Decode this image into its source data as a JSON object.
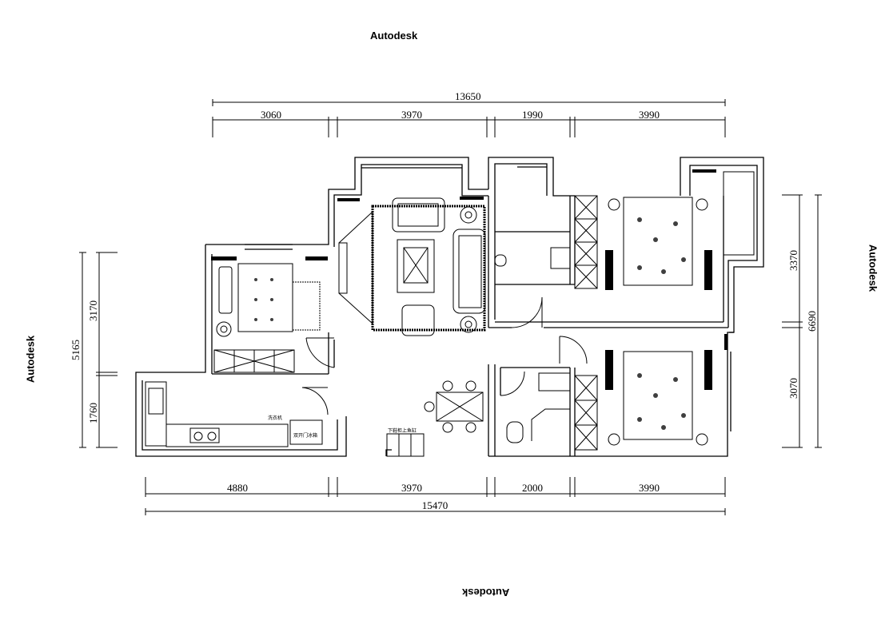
{
  "watermarks": {
    "top": "Autodesk",
    "bottom": "Autodesk",
    "left": "Autodesk",
    "right": "Autodesk"
  },
  "dimensions": {
    "top_total": "13650",
    "top_segments": [
      "3060",
      "3970",
      "1990",
      "3990"
    ],
    "bottom_total": "15470",
    "bottom_segments": [
      "4880",
      "3970",
      "2000",
      "3990"
    ],
    "left_total": "5165",
    "left_segments": [
      "3170",
      "1760"
    ],
    "right_total": "6690",
    "right_segments": [
      "3370",
      "3070"
    ]
  },
  "room_labels": {
    "washing_machine": "洗衣机",
    "fridge": "双开门冰箱",
    "shoe_cabinet": "下鞋柜上鱼缸"
  }
}
